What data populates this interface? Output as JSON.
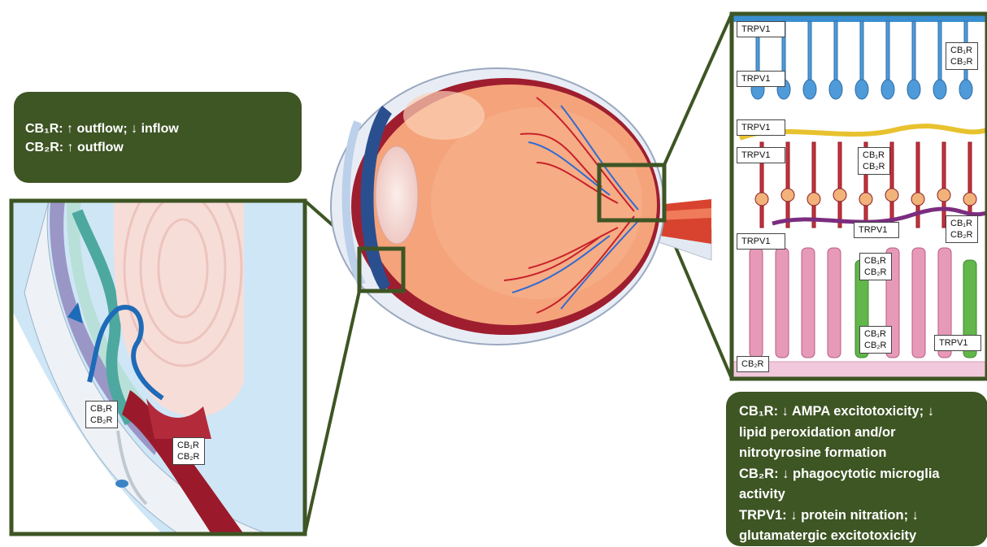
{
  "outflow_box": {
    "line1": "CB₁R: ↑ outflow; ↓ inflow",
    "line2": "CB₂R: ↑ outflow"
  },
  "retina_effects_box": {
    "line1": "CB₁R: ↓ AMPA excitotoxicity; ↓",
    "line2": "lipid peroxidation and/or",
    "line3": "nitrotyrosine formation",
    "line4": "CB₂R: ↓ phagocytotic microglia",
    "line5": "activity",
    "line6": "TRPV1: ↓ protein nitration; ↓",
    "line7": "glutamatergic excitotoxicity"
  },
  "labels": {
    "trpv1": "TRPV1",
    "cb1r": "CB₁R",
    "cb2r": "CB₂R"
  },
  "colors": {
    "frame_green": "#3e5524",
    "eye_inside": "#f5a37b",
    "sclera": "#e9edf4",
    "choroid": "#8b1a2a"
  }
}
